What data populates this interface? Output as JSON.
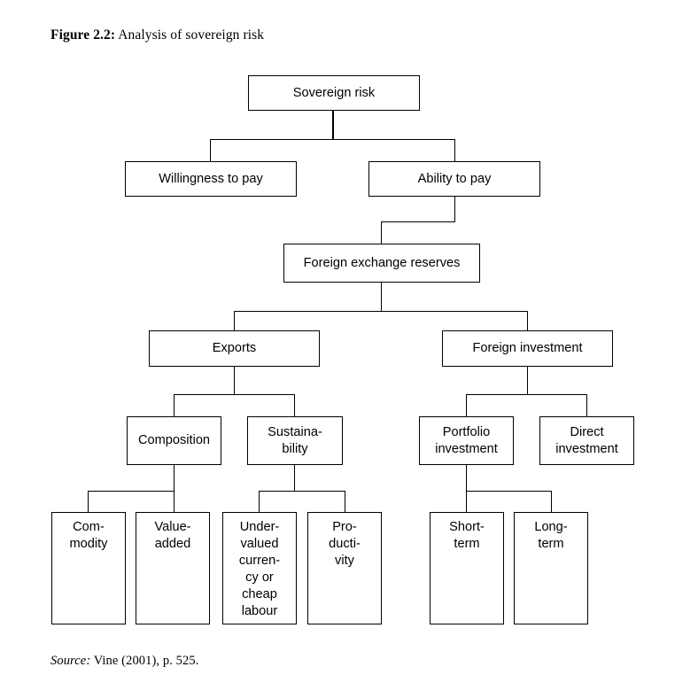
{
  "figure": {
    "title_lead": "Figure 2.2:",
    "title_rest": " Analysis of sovereign risk",
    "source_lead": "Source:",
    "source_rest": " Vine (2001), p. 525."
  },
  "diagram": {
    "type": "tree",
    "orientation": "top-down",
    "nodes": {
      "sovereign_risk": "Sovereign risk",
      "willingness_to_pay": "Willingness to pay",
      "ability_to_pay": "Ability to pay",
      "foreign_exchange_reserves": "Foreign exchange reserves",
      "exports": "Exports",
      "foreign_investment": "Foreign investment",
      "composition": "Composition",
      "sustainability": "Sustaina-\nbility",
      "portfolio_investment": "Portfolio\ninvestment",
      "direct_investment": "Direct\ninvestment",
      "commodity": "Com-\nmodity",
      "value_added": "Value-\nadded",
      "undervalued_currency": "Under-\nvalued\ncurren-\ncy or\ncheap\nlabour",
      "productivity": "Pro-\nducti-\nvity",
      "short_term": "Short-\nterm",
      "long_term": "Long-\nterm"
    },
    "edges": [
      [
        "sovereign_risk",
        "willingness_to_pay"
      ],
      [
        "sovereign_risk",
        "ability_to_pay"
      ],
      [
        "ability_to_pay",
        "foreign_exchange_reserves"
      ],
      [
        "foreign_exchange_reserves",
        "exports"
      ],
      [
        "foreign_exchange_reserves",
        "foreign_investment"
      ],
      [
        "exports",
        "composition"
      ],
      [
        "exports",
        "sustainability"
      ],
      [
        "foreign_investment",
        "portfolio_investment"
      ],
      [
        "foreign_investment",
        "direct_investment"
      ],
      [
        "composition",
        "commodity"
      ],
      [
        "composition",
        "value_added"
      ],
      [
        "sustainability",
        "undervalued_currency"
      ],
      [
        "sustainability",
        "productivity"
      ],
      [
        "portfolio_investment",
        "short_term"
      ],
      [
        "portfolio_investment",
        "long_term"
      ]
    ],
    "style": {
      "line_color": "#000000",
      "box_fill": "#ffffff",
      "box_border": "#000000",
      "page_background": "#ffffff"
    }
  }
}
